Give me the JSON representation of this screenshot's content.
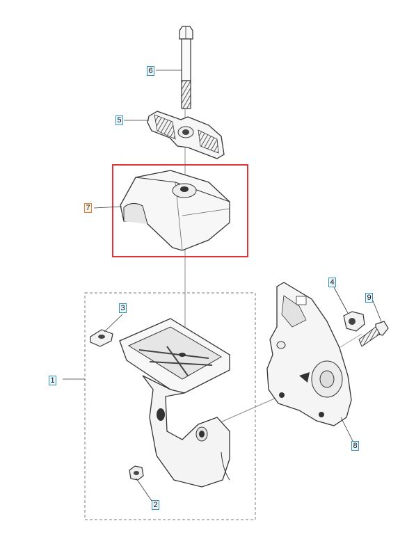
{
  "diagram": {
    "highlight_color": "#e0343a",
    "callout_border_color": "#3a8fb7",
    "callout_fill_color": "#e9f6fb",
    "highlight_callout_border_color": "#d9823a",
    "parts": [
      {
        "id": "1",
        "label": "1",
        "name": "bracket-housing"
      },
      {
        "id": "2",
        "label": "2",
        "name": "nut"
      },
      {
        "id": "3",
        "label": "3",
        "name": "square-nut"
      },
      {
        "id": "4",
        "label": "4",
        "name": "nut-insert"
      },
      {
        "id": "5",
        "label": "5",
        "name": "wing-knob"
      },
      {
        "id": "6",
        "label": "6",
        "name": "bolt"
      },
      {
        "id": "7",
        "label": "7",
        "name": "cover",
        "highlighted": true
      },
      {
        "id": "8",
        "label": "8",
        "name": "mounting-bracket"
      },
      {
        "id": "9",
        "label": "9",
        "name": "screw"
      }
    ]
  }
}
